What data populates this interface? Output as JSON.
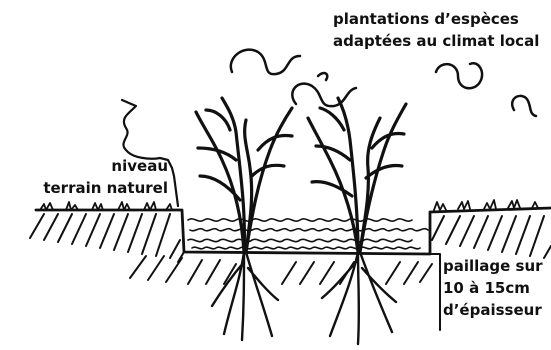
{
  "labels": {
    "plantations": [
      "plantations d’espèces",
      "adaptées au climat local"
    ],
    "niveau": [
      "niveau",
      "terrain naturel"
    ],
    "paillage": [
      "paillage sur",
      "10 à 15cm",
      "d’épaisseur"
    ]
  },
  "colors": {
    "ink": "#111111",
    "background": "#ffffff"
  }
}
